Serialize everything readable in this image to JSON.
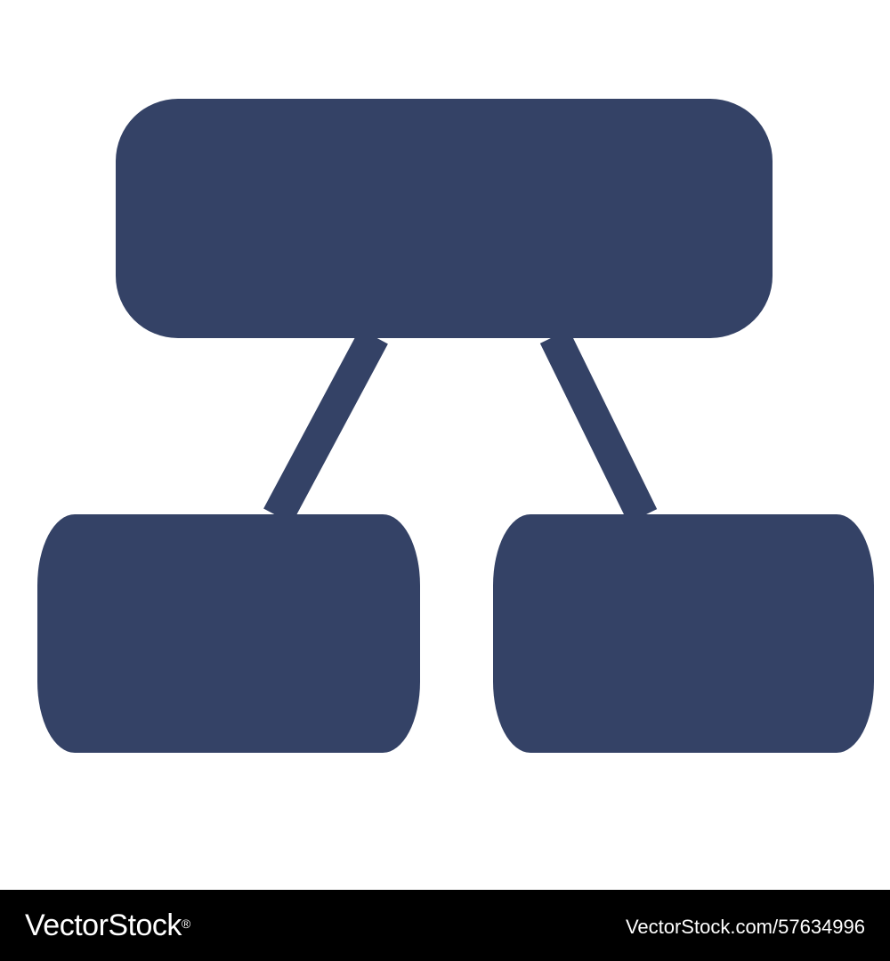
{
  "colors": {
    "background": "#ffffff",
    "node_fill": "#344266",
    "connector": "#344266",
    "footer_background": "#000000",
    "footer_text": "#ffffff"
  },
  "diagram": {
    "icon": "hierarchy-icon",
    "nodes": [
      {
        "id": "parent",
        "label": ""
      },
      {
        "id": "child-left",
        "label": ""
      },
      {
        "id": "child-right",
        "label": ""
      }
    ],
    "edges": [
      {
        "from": "parent",
        "to": "child-left"
      },
      {
        "from": "parent",
        "to": "child-right"
      }
    ]
  },
  "footer": {
    "brand": "VectorStock",
    "registered_mark": "®",
    "image_id": "VectorStock.com/57634996"
  }
}
